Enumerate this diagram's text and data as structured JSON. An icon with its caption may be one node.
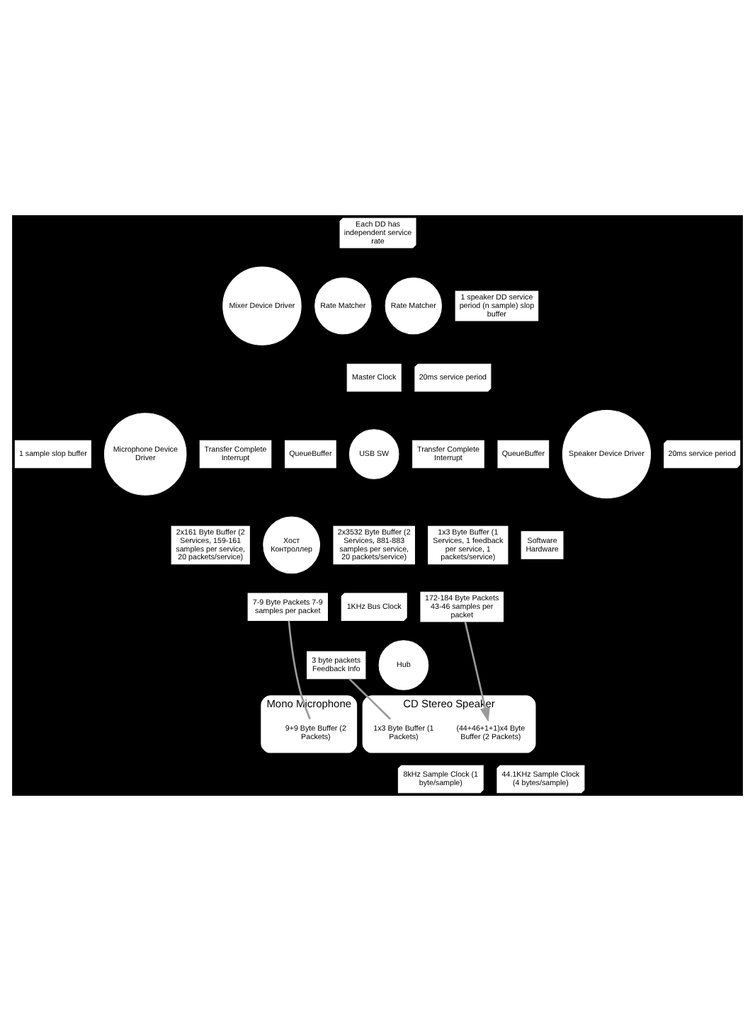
{
  "diagram": {
    "nodes": [
      {
        "text": [
          "Each DD has independent service rate"
        ]
      },
      {
        "text": [
          "Mixer Device Driver"
        ]
      },
      {
        "text": [
          "Rate Matcher"
        ]
      },
      {
        "text": [
          "Rate Matcher"
        ]
      },
      {
        "text": [
          "1 speaker DD service period (n sample) slop buffer"
        ]
      },
      {
        "text": [
          "Master Clock"
        ]
      },
      {
        "text": [
          "20ms service period"
        ]
      },
      {
        "text": [
          "1 sample slop buffer"
        ]
      },
      {
        "text": [
          "Microphone Device Driver"
        ]
      },
      {
        "text": [
          "Transfer Complete Interrupt"
        ]
      },
      {
        "text": [
          "QueueBuffer"
        ]
      },
      {
        "text": [
          "USB SW"
        ]
      },
      {
        "text": [
          "Transfer Complete Interrupt"
        ]
      },
      {
        "text": [
          "QueueBuffer"
        ]
      },
      {
        "text": [
          "Speaker Device Driver"
        ]
      },
      {
        "text": [
          "20ms service period"
        ]
      },
      {
        "text": [
          "2x161 Byte Buffer (2 Services, 159-161 samples per service, 20 packets/service)"
        ]
      },
      {
        "text": [
          "Хост",
          "Контроллер"
        ]
      },
      {
        "text": [
          "2x3532 Byte Buffer (2 Services, 881-883 samples per service, 20 packets/service)"
        ]
      },
      {
        "text": [
          "1x3 Byte Buffer (1 Services, 1 feedback per service, 1 packets/service)"
        ]
      },
      {
        "text": [
          "Software",
          "Hardware"
        ]
      },
      {
        "text": [
          "7-9 Byte Packets 7-9 samples per packet"
        ]
      },
      {
        "text": [
          "1KHz Bus Clock"
        ]
      },
      {
        "text": [
          "172-184 Byte Packets 43-46 samples per packet"
        ]
      },
      {
        "text": [
          "3 byte packets Feedback Info"
        ]
      },
      {
        "text": [
          "Hub"
        ]
      },
      {
        "text": [
          "Mono Microphone"
        ]
      },
      {
        "text": [
          "9+9 Byte Buffer (2 Packets)"
        ],
        "in": 26
      },
      {
        "text": [
          "CD Stereo Speaker"
        ]
      },
      {
        "text": [
          "(44+46+1+1)x4 Byte Buffer (2 Packets)"
        ],
        "in": 28
      },
      {
        "text": [
          "1x3 Byte Buffer (1 Packets)"
        ],
        "in": 28
      },
      {
        "text": [
          "8kHz Sample Clock (1 byte/sample)"
        ]
      },
      {
        "text": [
          "44.1KHz Sample Clock (4 bytes/sample)"
        ]
      }
    ],
    "edges": [
      {
        "from": 27,
        "to": 21,
        "arrow": "none"
      },
      {
        "from": 23,
        "to": 29,
        "arrow": "to"
      },
      {
        "from": 30,
        "to": 24,
        "arrow": "none"
      }
    ]
  }
}
